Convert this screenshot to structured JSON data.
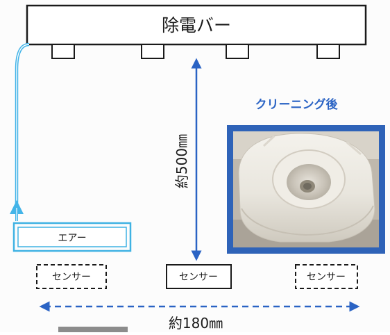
{
  "diagram": {
    "bar_label": "除電バー",
    "air_label": "エアー",
    "sensor_left_label": "センサー",
    "sensor_center_label": "センサー",
    "sensor_right_label": "センサー",
    "vertical_distance_label": "約500㎜",
    "horizontal_distance_label": "約180㎜",
    "photo_caption": "クリーニング後"
  },
  "colors": {
    "accent_blue": "#2a63c4",
    "air_tube": "#43b4e8",
    "photo_frame": "#2f63b8",
    "air_box": "#3fb2e3"
  }
}
